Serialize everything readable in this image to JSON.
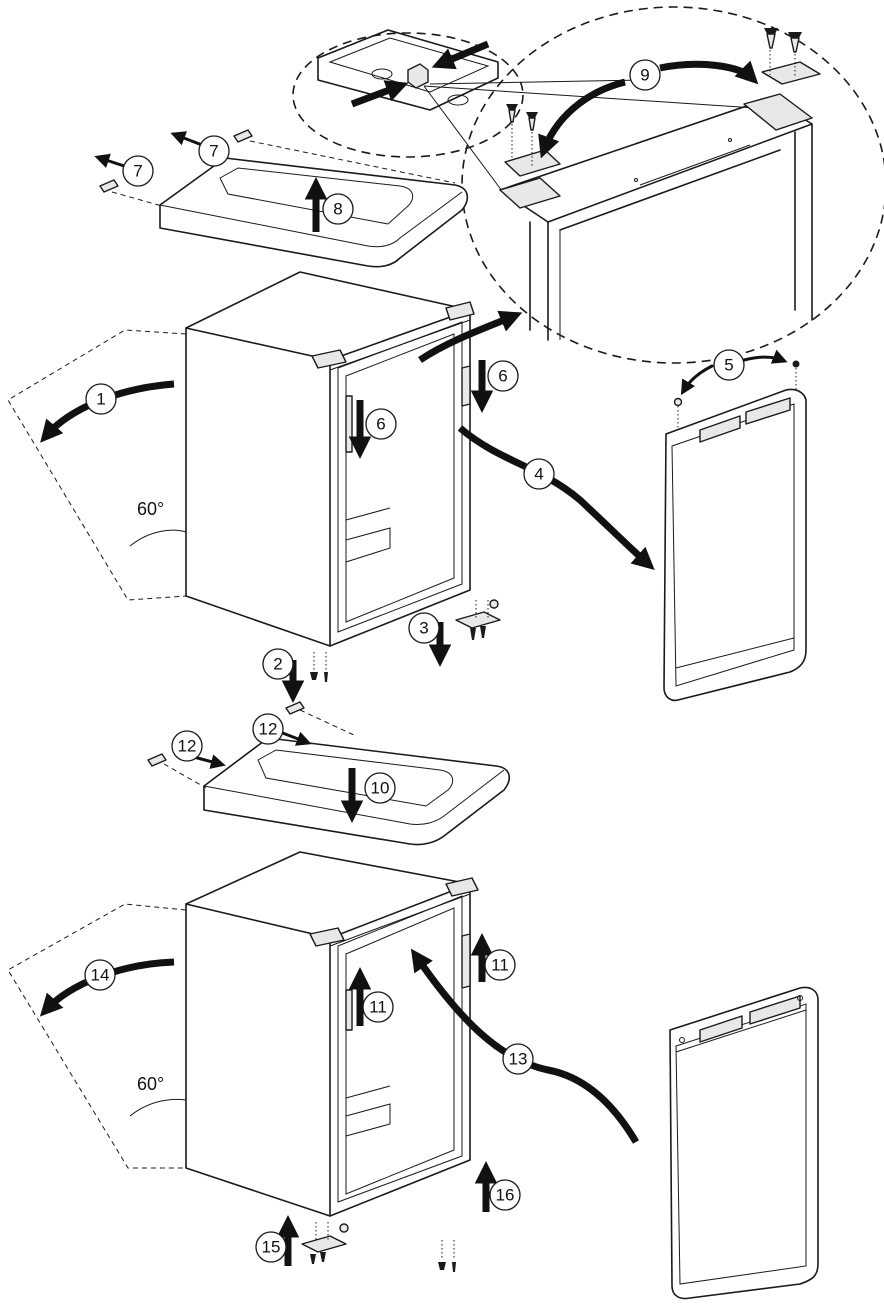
{
  "steps": {
    "s1": "1",
    "s2": "2",
    "s3": "3",
    "s4": "4",
    "s5": "5",
    "s6a": "6",
    "s6b": "6",
    "s7a": "7",
    "s7b": "7",
    "s8": "8",
    "s9": "9",
    "s10": "10",
    "s11a": "11",
    "s11b": "11",
    "s12a": "12",
    "s12b": "12",
    "s13": "13",
    "s14": "14",
    "s15": "15",
    "s16": "16"
  },
  "angles": {
    "top": "60°",
    "bottom": "60°"
  },
  "colors": {
    "line": "#1a1a1a",
    "arrow": "#111111",
    "background": "#ffffff"
  }
}
